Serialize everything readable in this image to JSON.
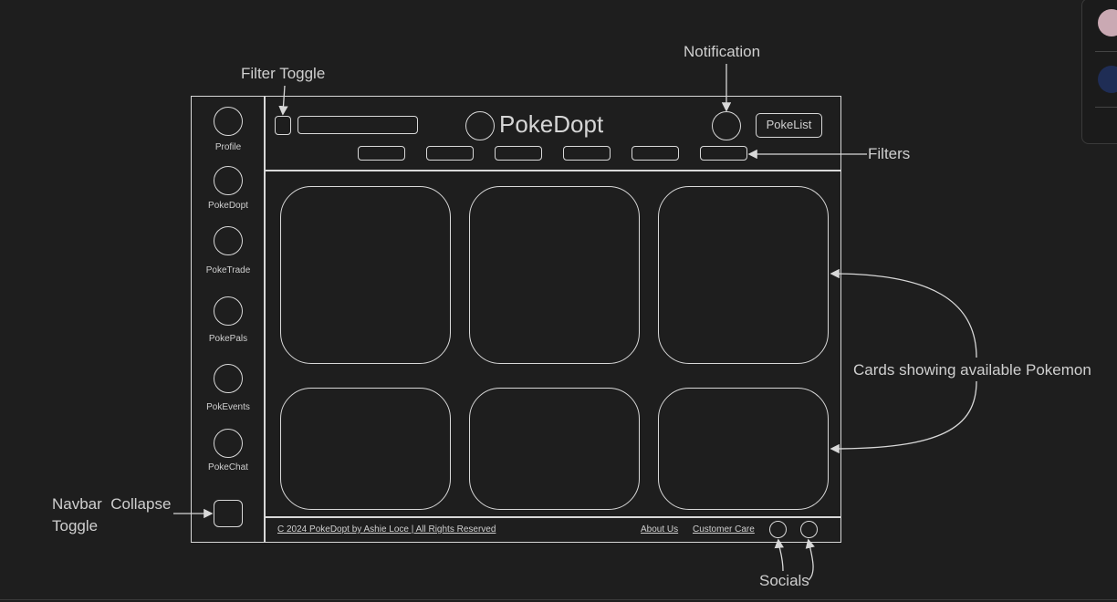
{
  "annotations": {
    "filter_toggle": "Filter Toggle",
    "notification": "Notification",
    "filters": "Filters",
    "cards": "Cards showing available Pokemon",
    "navbar_collapse": "Navbar  Collapse\nToggle",
    "socials": "Socials"
  },
  "header": {
    "title": "PokeDopt",
    "pokelist_button": "PokeList"
  },
  "sidebar": {
    "items": [
      {
        "label": "Profile"
      },
      {
        "label": "PokeDopt"
      },
      {
        "label": "PokeTrade"
      },
      {
        "label": "PokePals"
      },
      {
        "label": "PokEvents"
      },
      {
        "label": "PokeChat"
      }
    ]
  },
  "footer": {
    "copyright": "C 2024 PokeDopt by Ashie Loce | All Rights Reserved",
    "about": "About Us",
    "customer_care": "Customer Care"
  },
  "colors": {
    "background": "#1e1e1e",
    "stroke": "#d8d8d8"
  }
}
